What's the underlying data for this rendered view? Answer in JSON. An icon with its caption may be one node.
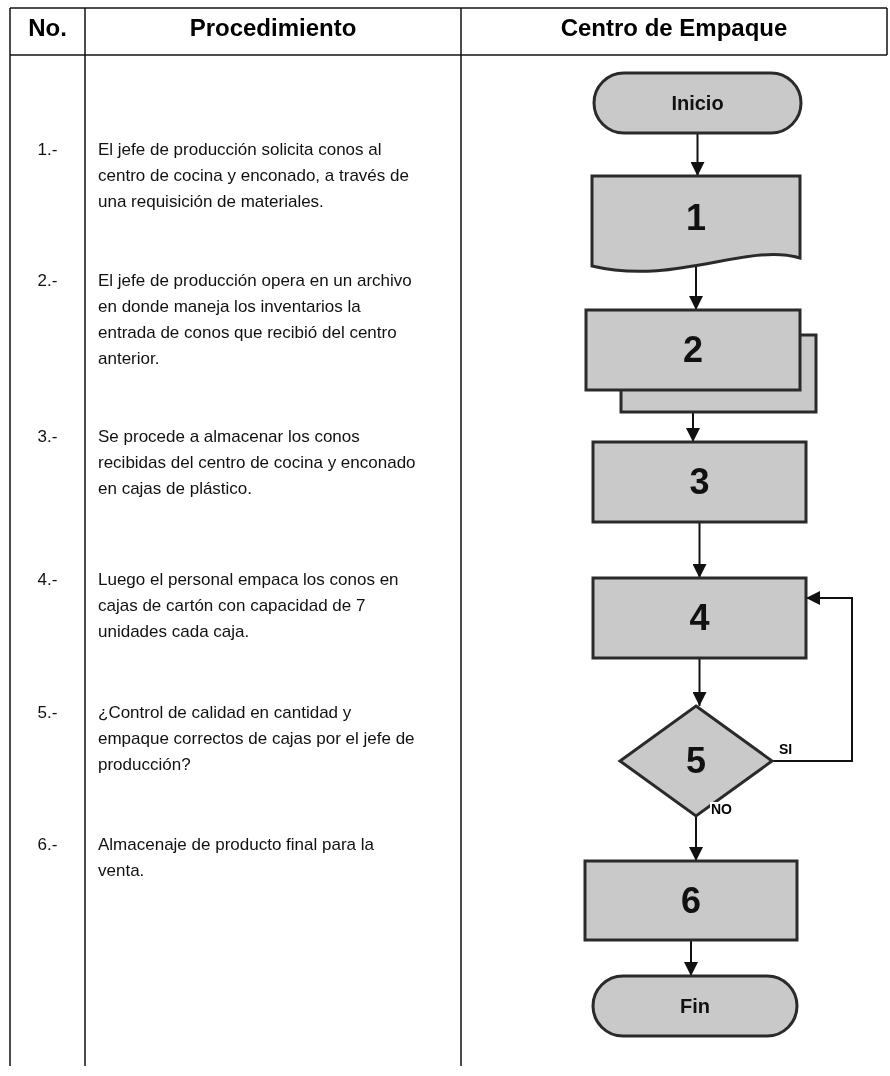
{
  "diagram": {
    "nodes": [
      {
        "text": [
          "Inicio"
        ]
      },
      {
        "text": [
          "1"
        ]
      },
      {
        "text": [
          "2"
        ]
      },
      {
        "text": [
          "3"
        ]
      },
      {
        "text": [
          "4"
        ]
      },
      {
        "text": [
          "5"
        ]
      },
      {
        "text": [
          "6"
        ]
      },
      {
        "text": [
          "Fin"
        ]
      }
    ],
    "edges": [
      {
        "from": 0,
        "to": 1,
        "arrow": "to"
      },
      {
        "from": 1,
        "to": 2,
        "arrow": "to"
      },
      {
        "from": 2,
        "to": 3,
        "arrow": "to"
      },
      {
        "from": 3,
        "to": 4,
        "arrow": "to"
      },
      {
        "from": 4,
        "to": 5,
        "arrow": "to"
      },
      {
        "from": 5,
        "to": 4,
        "arrow": "to",
        "label": "SI"
      },
      {
        "from": 5,
        "to": 6,
        "arrow": "to",
        "label": "NO"
      },
      {
        "from": 6,
        "to": 7,
        "arrow": "to"
      }
    ],
    "labels": [
      "No.",
      "Procedimiento",
      "Centro de Empaque",
      "1.-",
      "El jefe de producción solicita conos al centro de cocina y enconado, a través de una requisición de materiales.",
      "2.-",
      "El jefe de producción opera en un archivo en donde maneja los inventarios la entrada de conos que recibió del centro anterior.",
      "3.-",
      "Se procede a almacenar los conos recibidas del centro de cocina y enconado en cajas de plástico.",
      "4.-",
      "Luego el personal empaca los conos en cajas de cartón con capacidad de 7 unidades cada caja.",
      "5.-",
      "¿Control de calidad en cantidad y empaque correctos de cajas por el jefe de producción?",
      "6.-",
      "Almacenaje de producto final para la venta."
    ]
  }
}
